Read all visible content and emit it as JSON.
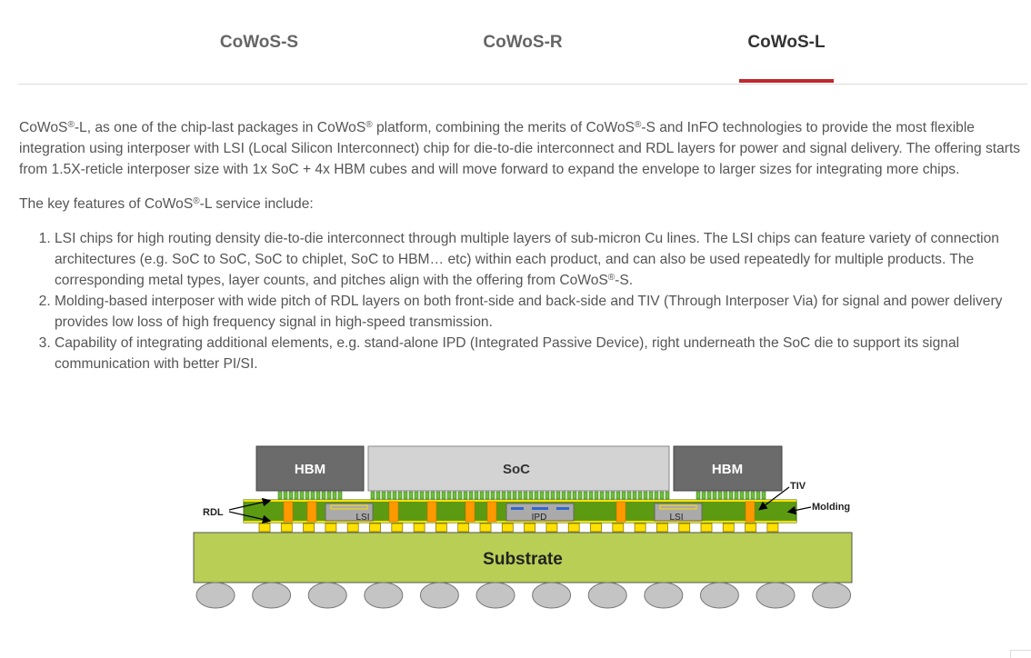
{
  "tabs": [
    {
      "label": "CoWoS-S",
      "active": false
    },
    {
      "label": "CoWoS-R",
      "active": false
    },
    {
      "label": "CoWoS-L",
      "active": true
    }
  ],
  "colors": {
    "accent": "#c0282d",
    "text": "#555555",
    "hbm": "#6b6b6b",
    "soc": "#d3d3d3",
    "interposer": "#5c9a12",
    "substrate": "#b8ce54",
    "bump": "#ffe000",
    "tiv": "#ff9900"
  },
  "intro": {
    "t1": "CoWoS",
    "r1": "®",
    "t2": "-L, as one of the chip-last packages in CoWoS",
    "r2": "®",
    "t3": " platform, combining the merits of CoWoS",
    "r3": "®",
    "t4": "-S and InFO technologies to provide the most flexible integration using interposer with LSI (Local Silicon Interconnect) chip for die-to-die interconnect and RDL layers for power and signal delivery. The offering starts from 1.5X-reticle interposer size with 1x SoC + 4x HBM cubes and will move forward to expand the envelope to larger sizes for integrating more chips."
  },
  "key_features": {
    "t1": "The key features of CoWoS",
    "r1": "®",
    "t2": "-L service include:"
  },
  "features": [
    {
      "text": "LSI chips for high routing density die-to-die interconnect through multiple layers of sub-micron Cu lines. The LSI chips can feature variety of connection architectures (e.g. SoC to SoC, SoC to chiplet, SoC to HBM… etc) within each product, and can also be used repeatedly for multiple products. The corresponding metal types, layer counts, and pitches align with the offering from CoWoS",
      "reg": "®",
      "tail": "-S."
    },
    {
      "text": "Molding-based interposer with wide pitch of RDL layers on both front-side and back-side and TIV (Through Interposer Via) for signal and power delivery provides low loss of high frequency signal in high-speed transmission."
    },
    {
      "text": "Capability of integrating additional elements, e.g. stand-alone IPD (Integrated Passive Device), right underneath the SoC die to support its signal communication with better PI/SI."
    }
  ],
  "diagram": {
    "hbm_left": "HBM",
    "soc": "SoC",
    "hbm_right": "HBM",
    "tiv": "TIV",
    "rdl": "RDL",
    "molding": "Molding",
    "lsi_left": "LSI",
    "ipd": "IPD",
    "lsi_right": "LSI",
    "substrate": "Substrate"
  }
}
